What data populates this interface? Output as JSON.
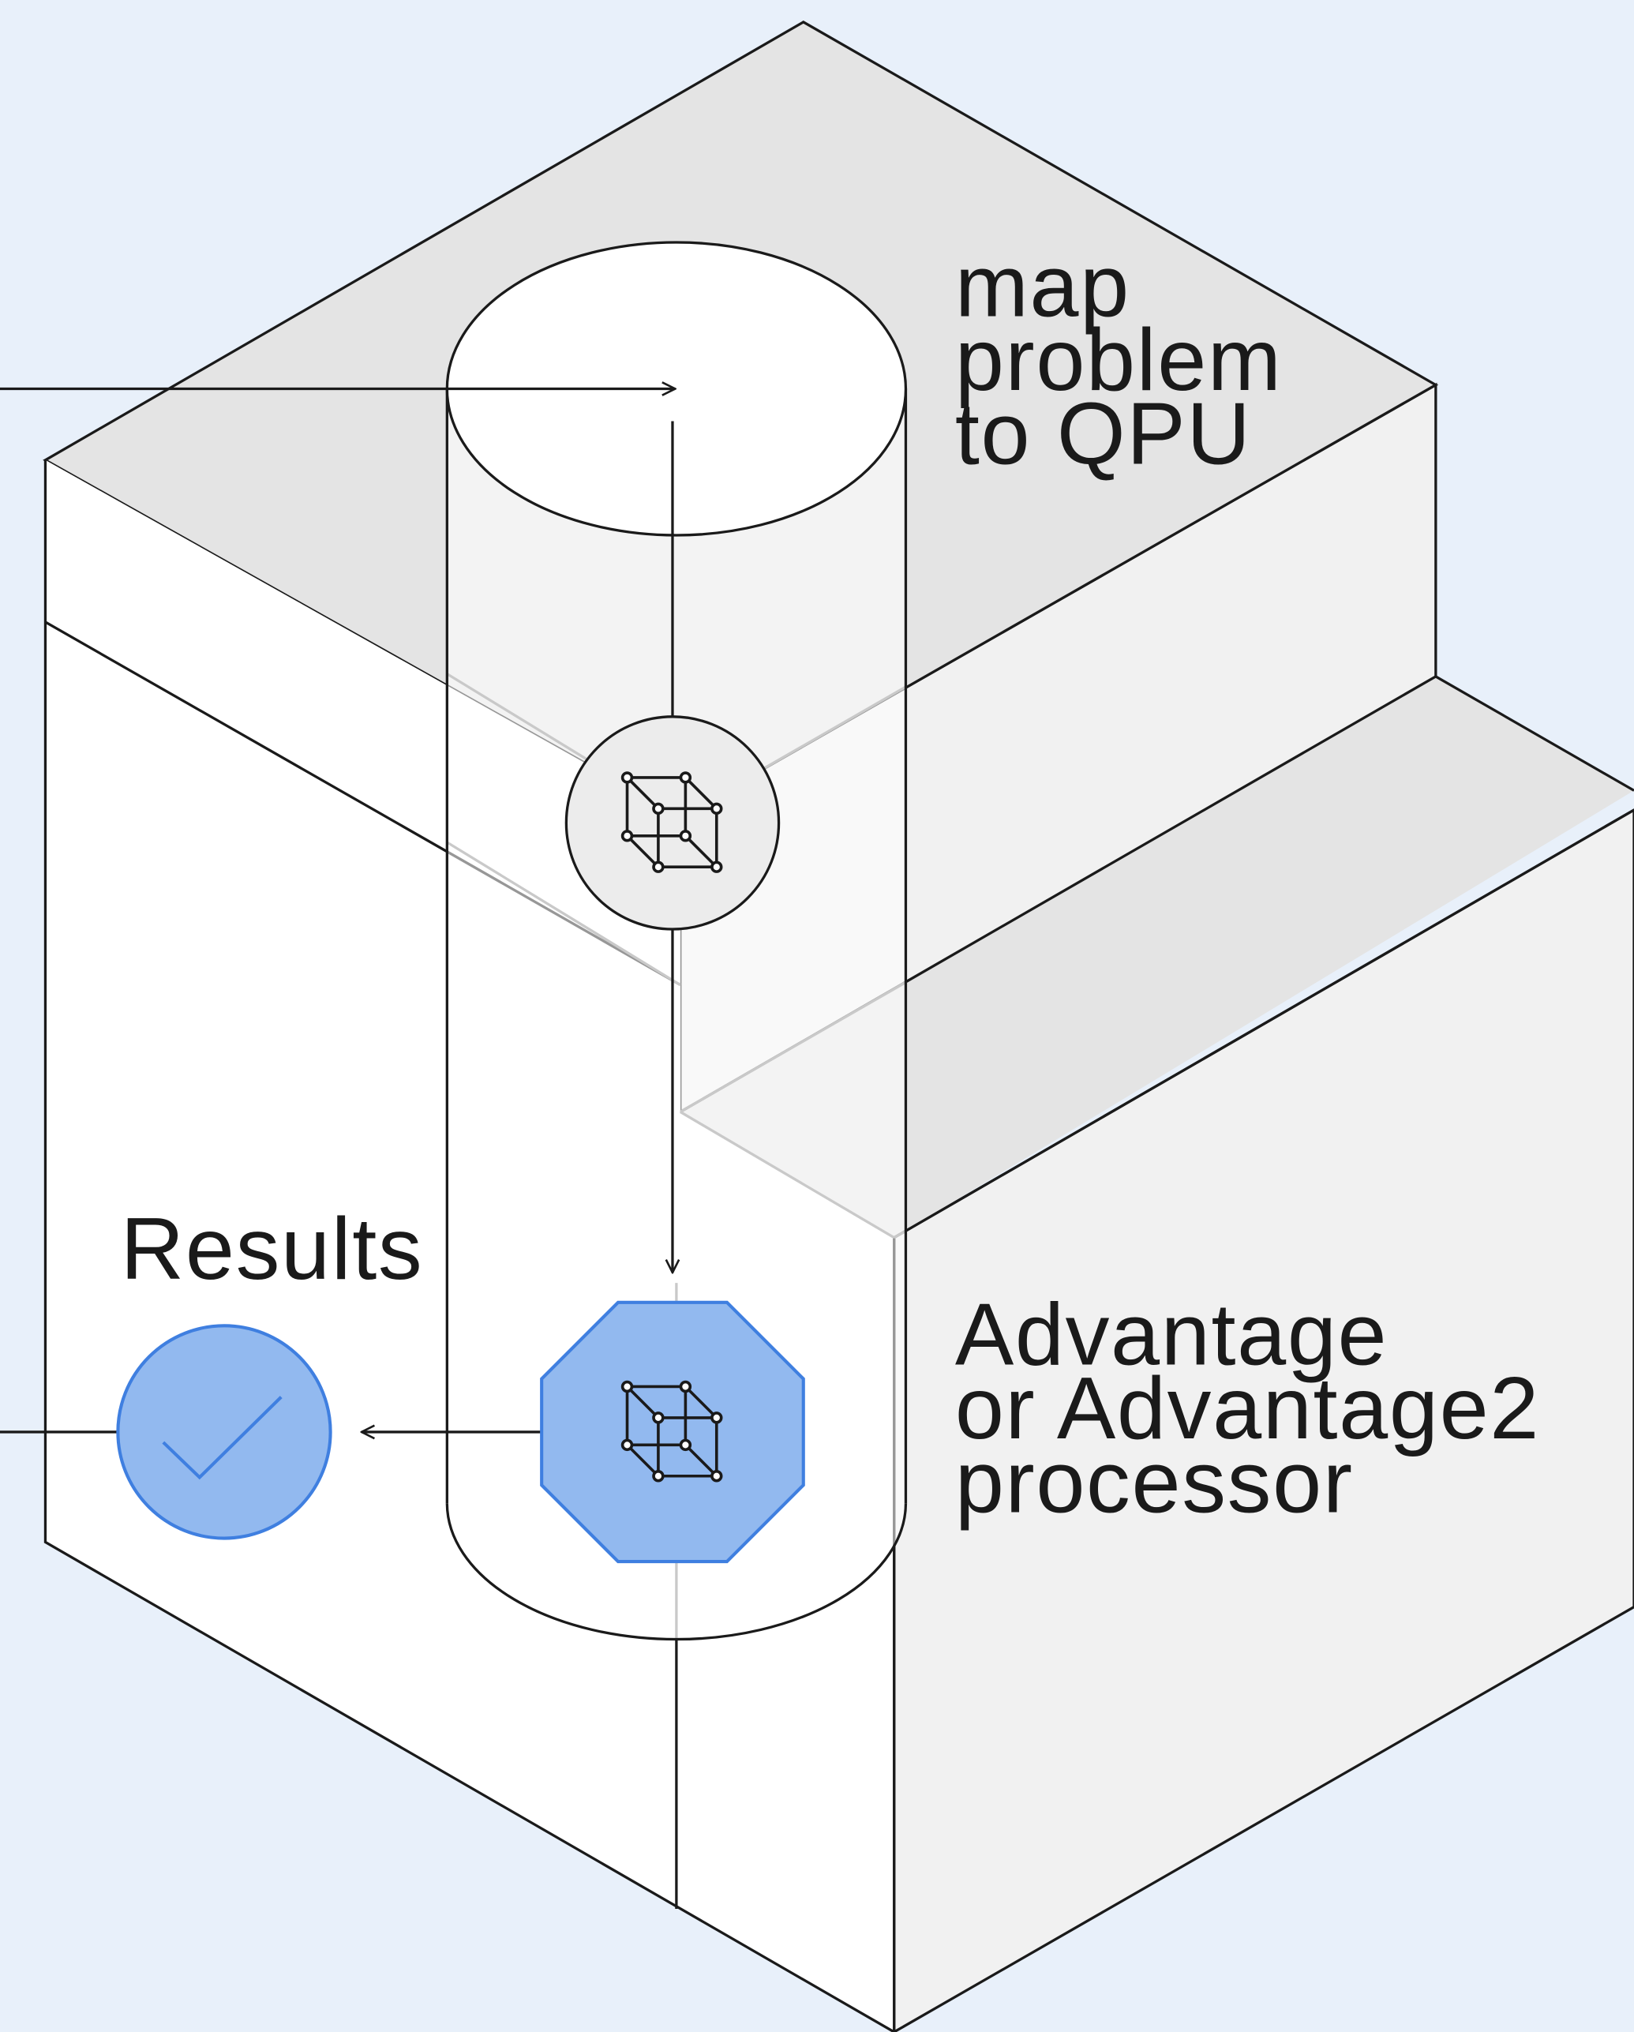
{
  "labels": {
    "map_line1": "map",
    "map_line2": "problem",
    "map_line3": "to QPU",
    "results": "Results",
    "proc_line1": "Advantage",
    "proc_line2": "or Advantage2",
    "proc_line3": "processor"
  },
  "icons": {
    "embedding": "cube-graph-icon",
    "processor": "octagon-cube-icon",
    "result": "check-circle-icon"
  },
  "colors": {
    "background": "#e8f0fa",
    "top_face": "#e4e4e4",
    "right_face": "#f1f1f1",
    "front_face": "#ffffff",
    "accent_fill": "#92b9ef",
    "accent_stroke": "#3f7fe0",
    "line": "#1a1a1a"
  }
}
